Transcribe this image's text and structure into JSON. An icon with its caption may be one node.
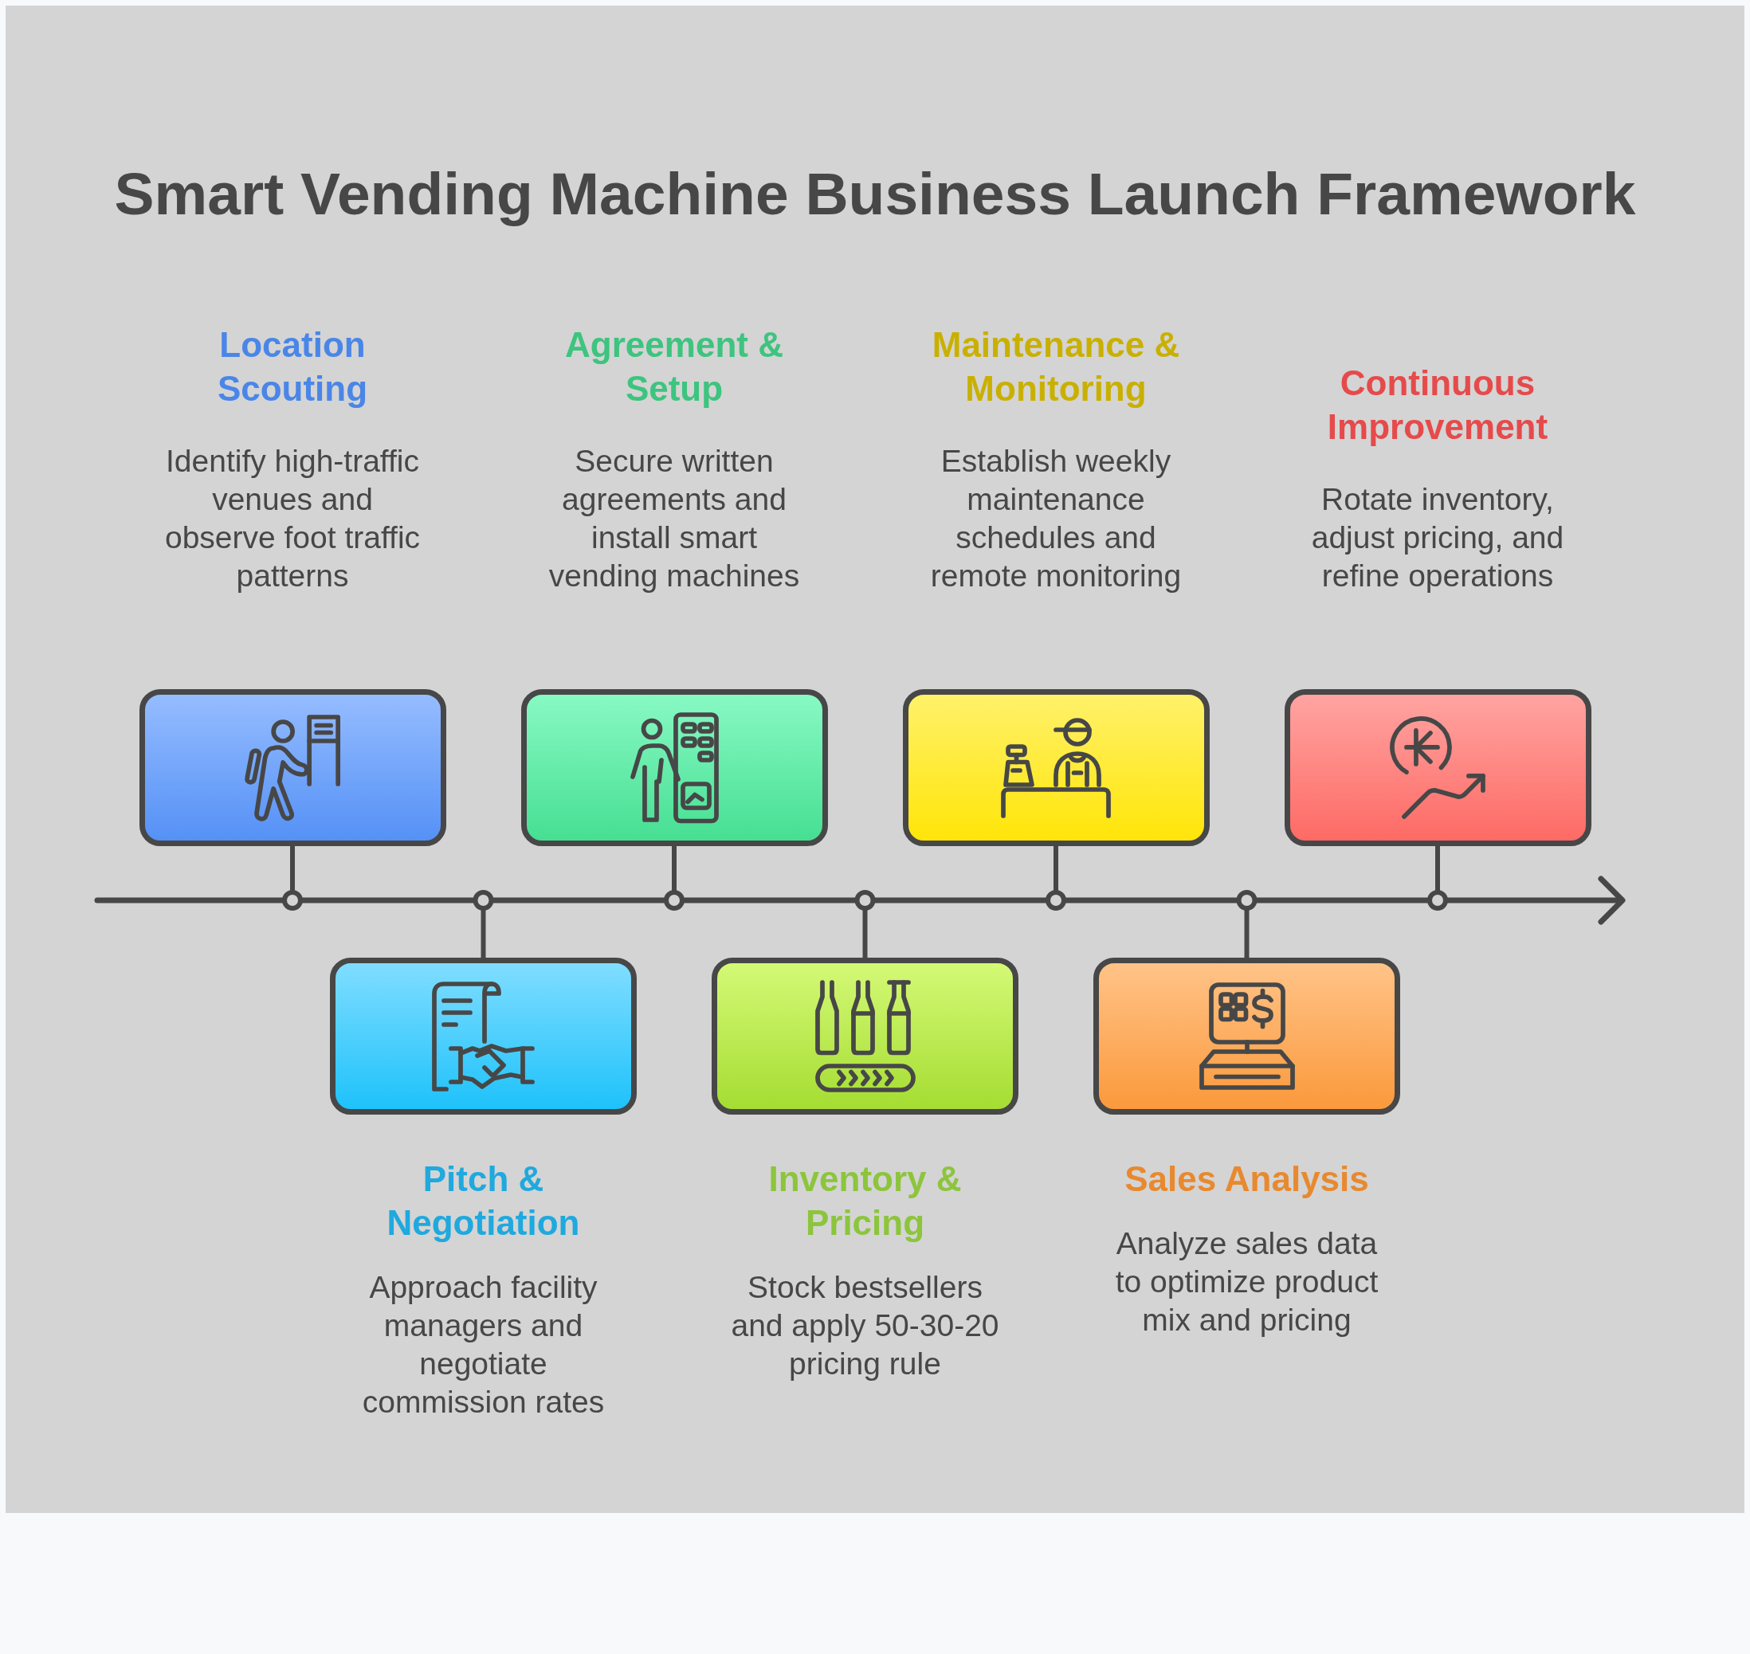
{
  "diagram": {
    "title": "Smart Vending Machine Business Launch Framework",
    "nodes": [
      {
        "text": [
          "Location Scouting",
          "Identify high-traffic venues and observe foot traffic patterns"
        ]
      },
      {
        "text": [
          "Pitch & Negotiation",
          "Approach facility managers and negotiate commission rates"
        ]
      },
      {
        "text": [
          "Agreement & Setup",
          "Secure written agreements and install smart vending machines"
        ]
      },
      {
        "text": [
          "Inventory & Pricing",
          "Stock bestsellers and apply 50-30-20 pricing rule"
        ]
      },
      {
        "text": [
          "Maintenance & Monitoring",
          "Establish weekly maintenance schedules and remote monitoring"
        ]
      },
      {
        "text": [
          "Sales Analysis",
          "Analyze sales data to optimize product mix and pricing"
        ]
      },
      {
        "text": [
          "Continuous Improvement",
          "Rotate inventory, adjust pricing, and refine operations"
        ]
      },
      {
        "text": [],
        "shape": "arrow"
      }
    ],
    "edges": [
      {
        "from": 0,
        "to": 7,
        "arrow": "other"
      },
      {
        "from": 1,
        "to": 7,
        "arrow": "other"
      },
      {
        "from": 2,
        "to": 7,
        "arrow": "other"
      },
      {
        "from": 3,
        "to": 7,
        "arrow": "other"
      },
      {
        "from": 4,
        "to": 7,
        "arrow": "other"
      },
      {
        "from": 5,
        "to": 7,
        "arrow": "other"
      },
      {
        "from": 6,
        "to": 7,
        "arrow": "other"
      }
    ]
  }
}
